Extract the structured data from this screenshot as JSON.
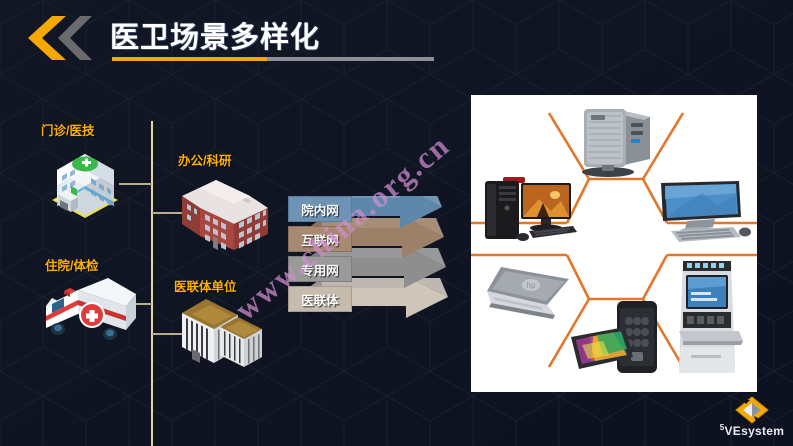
{
  "slide": {
    "title": "医卫场景多样化",
    "background_color": "#10141f",
    "accent_color": "#f5a900",
    "label_color": "#ffb100"
  },
  "header": {
    "chevron_gold_name": "chevron-left-gold",
    "chevron_gray_name": "chevron-left-gray",
    "rule_gold_color": "#f5a900",
    "rule_gray_color": "#8d8f94"
  },
  "scenarios": [
    {
      "label": "门诊/医技",
      "icon": "hospital-building-icon"
    },
    {
      "label": "住院/体检",
      "icon": "ambulance-icon"
    },
    {
      "label": "办公/科研",
      "icon": "office-building-icon"
    },
    {
      "label": "医联体单位",
      "icon": "alliance-buildings-icon"
    }
  ],
  "networks": [
    {
      "label": "院内网",
      "color": "#6e93b4"
    },
    {
      "label": "互联网",
      "color": "#a88a73"
    },
    {
      "label": "专用网",
      "color": "#9a9a9a"
    },
    {
      "label": "医联体",
      "color": "#c6bcae"
    }
  ],
  "devices": [
    {
      "name": "desktop-tower-and-monitor",
      "position": "left-upper"
    },
    {
      "name": "mini-pc-thin-client",
      "position": "top"
    },
    {
      "name": "all-in-one-monitor-keyboard",
      "position": "right-upper"
    },
    {
      "name": "laptop",
      "position": "left-lower"
    },
    {
      "name": "tablet-and-smartphone",
      "position": "bottom"
    },
    {
      "name": "self-service-kiosk",
      "position": "right-lower"
    }
  ],
  "photo": {
    "connector_color": "#e2762a",
    "background": "#ffffff"
  },
  "watermark": {
    "text": "www.china.org.cn",
    "color": "#d08ecf"
  },
  "logo": {
    "text": "VEsystem",
    "superscript": "5",
    "mark": "diamond-logo-icon"
  }
}
